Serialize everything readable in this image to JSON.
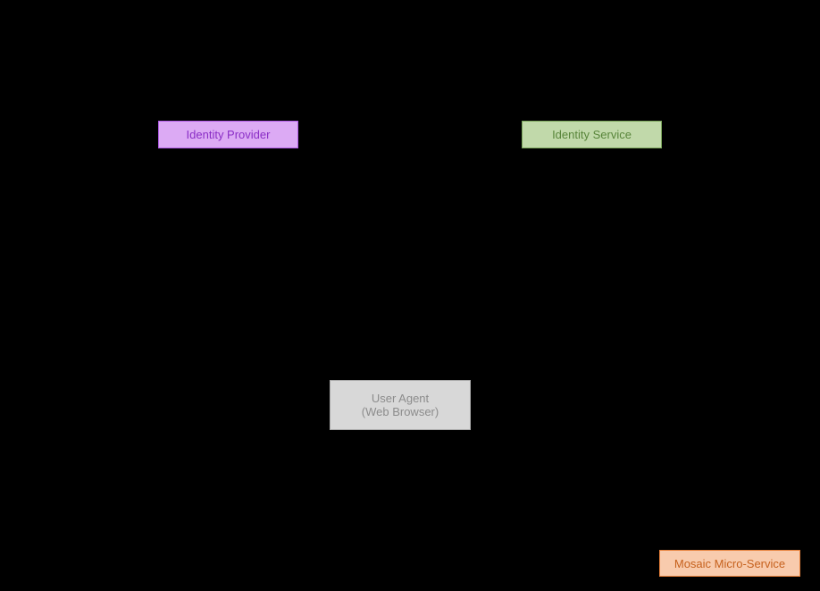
{
  "diagram": {
    "type": "sequence-diagram",
    "background_color": "#000000",
    "nodes": {
      "identity_provider": {
        "label": "Identity Provider",
        "fill_color": "#dcaaf4",
        "border_color": "#b15ce6",
        "text_color": "#8a2ec6"
      },
      "identity_service": {
        "label": "Identity Service",
        "fill_color": "#c1d9aa",
        "border_color": "#7ba55b",
        "text_color": "#58853a"
      },
      "user_agent": {
        "label_line1": "User Agent",
        "label_line2": "(Web Browser)",
        "fill_color": "#d8d8d8",
        "border_color": "#ababab",
        "text_color": "#8c8c8c"
      },
      "mosaic_micro_service": {
        "label": "Mosaic Micro-Service",
        "fill_color": "#f8cbad",
        "border_color": "#e8823c",
        "text_color": "#c6611d"
      }
    }
  }
}
